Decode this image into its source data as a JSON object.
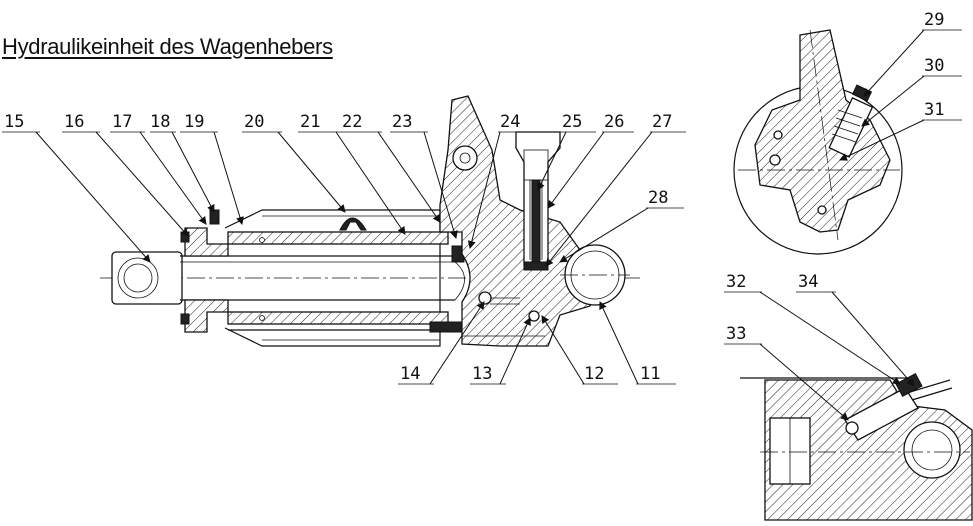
{
  "title": "Hydraulikeinheit des Wagenhebers",
  "labels": {
    "l11": "11",
    "l12": "12",
    "l13": "13",
    "l14": "14",
    "l15": "15",
    "l16": "16",
    "l17": "17",
    "l18": "18",
    "l19": "19",
    "l20": "20",
    "l21": "21",
    "l22": "22",
    "l23": "23",
    "l24": "24",
    "l25": "25",
    "l26": "26",
    "l27": "27",
    "l28": "28",
    "l29": "29",
    "l30": "30",
    "l31": "31",
    "l32": "32",
    "l33": "33",
    "l34": "34"
  }
}
